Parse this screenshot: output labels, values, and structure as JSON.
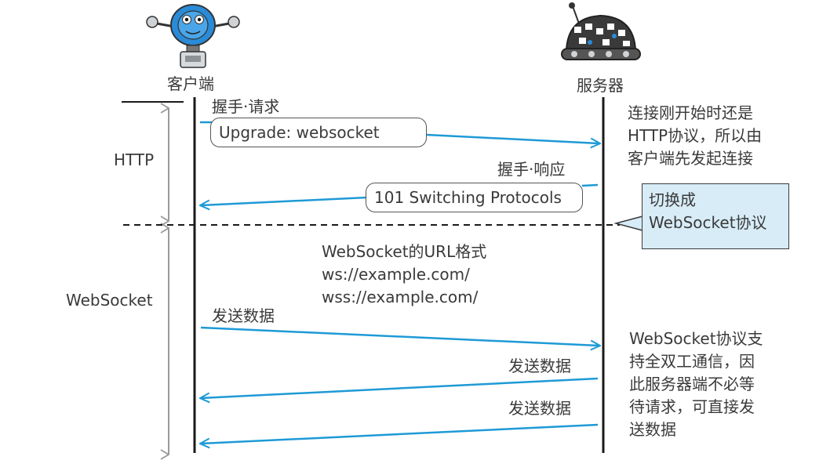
{
  "actors": {
    "client": {
      "label": "客户端",
      "icon": "robot-client-icon"
    },
    "server": {
      "label": "服务器",
      "icon": "robot-server-icon"
    }
  },
  "phases": {
    "http": "HTTP",
    "websocket": "WebSocket"
  },
  "handshake": {
    "request_label": "握手·请求",
    "request_message": "Upgrade: websocket",
    "response_label": "握手·响应",
    "response_message": "101 Switching Protocols"
  },
  "notes": {
    "server_initiates": [
      "连接刚开始时还是",
      "HTTP协议，所以由",
      "客户端先发起连接"
    ],
    "switch_protocol": [
      "切换成",
      "WebSocket协议"
    ],
    "full_duplex": [
      "WebSocket协议支",
      "持全双工通信，因",
      "此服务器端不必等",
      "待请求，可直接发",
      "送数据"
    ]
  },
  "url_format": {
    "title": "WebSocket的URL格式",
    "examples": [
      "ws://example.com/",
      "wss://example.com/"
    ]
  },
  "data_messages": {
    "client_send": "发送数据",
    "server_send_1": "发送数据",
    "server_send_2": "发送数据"
  },
  "colors": {
    "arrow": "#1e9ad6",
    "lifeline": "#1a1a1a",
    "phase_arrow": "#9a9a9a",
    "note_fill": "#d7ecf7",
    "client_robot": "#2a8bd8",
    "server_robot": "#3a3a3a"
  }
}
